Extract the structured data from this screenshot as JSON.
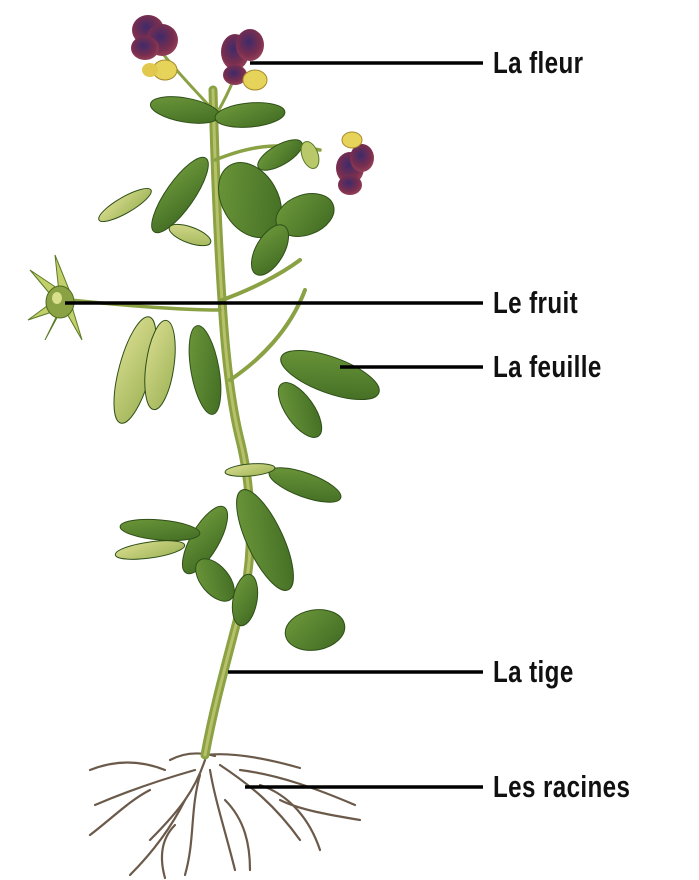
{
  "labels": {
    "flower": "La fleur",
    "fruit": "Le fruit",
    "leaf": "La feuille",
    "stem": "La tige",
    "roots": "Les racines"
  },
  "colors": {
    "leaf_dark": "#4f7a2c",
    "leaf_light": "#b9c96a",
    "stem": "#7f9a3d",
    "petal": "#6e2a45",
    "root": "#6b5a4a",
    "leader_line": "#000000"
  }
}
